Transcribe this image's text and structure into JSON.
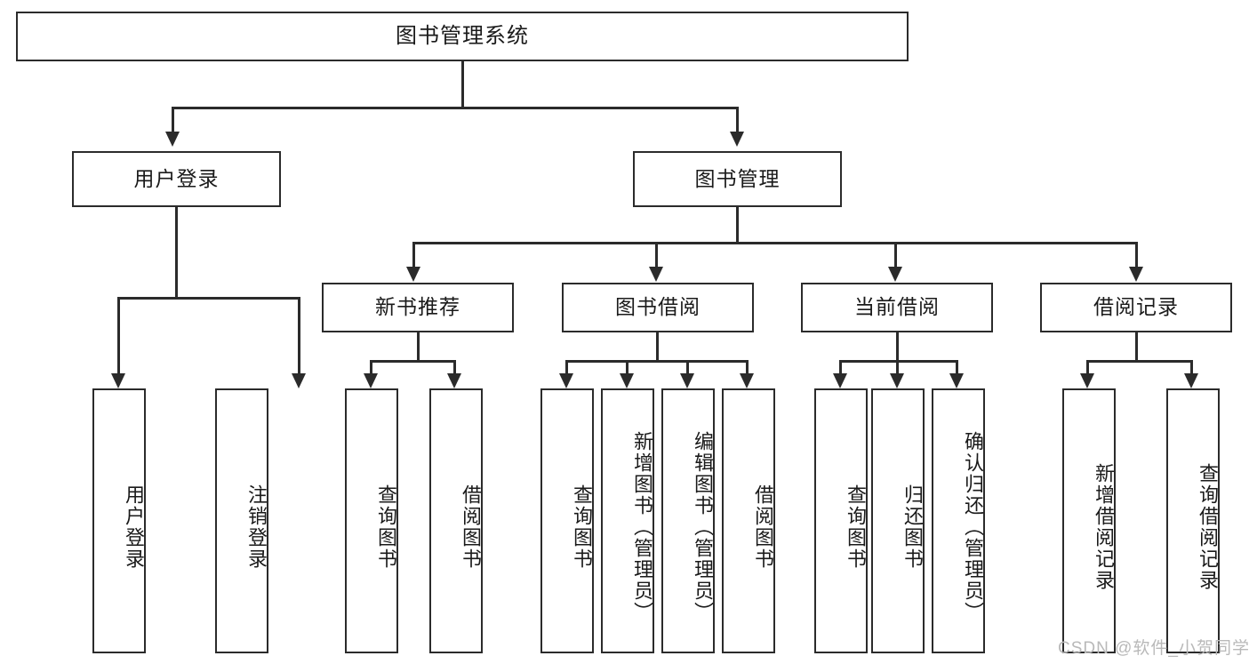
{
  "diagram": {
    "title": "图书管理系统",
    "type": "function-tree",
    "root": {
      "label": "图书管理系统"
    },
    "level2": [
      {
        "label": "用户登录"
      },
      {
        "label": "图书管理"
      }
    ],
    "level3": [
      {
        "label": "新书推荐"
      },
      {
        "label": "图书借阅"
      },
      {
        "label": "当前借阅"
      },
      {
        "label": "借阅记录"
      }
    ],
    "leaves": {
      "user_login": [
        {
          "label": "用户登录"
        },
        {
          "label": "注销登录"
        }
      ],
      "new_book_recommend": [
        {
          "label": "查询图书"
        },
        {
          "label": "借阅图书"
        }
      ],
      "book_borrow": [
        {
          "label": "查询图书"
        },
        {
          "label": "新增图书（管理员）"
        },
        {
          "label": "编辑图书（管理员）"
        },
        {
          "label": "借阅图书"
        }
      ],
      "current_borrow": [
        {
          "label": "查询图书"
        },
        {
          "label": "归还图书"
        },
        {
          "label": "确认归还（管理员）"
        }
      ],
      "borrow_record": [
        {
          "label": "新增借阅记录"
        },
        {
          "label": "查询借阅记录"
        }
      ]
    }
  },
  "watermark": {
    "text": "CSDN @软件_小贺同学"
  },
  "colors": {
    "stroke": "#2b2b2b",
    "background": "#ffffff",
    "text": "#1a1a1a",
    "watermark": "#b9b9b9"
  }
}
